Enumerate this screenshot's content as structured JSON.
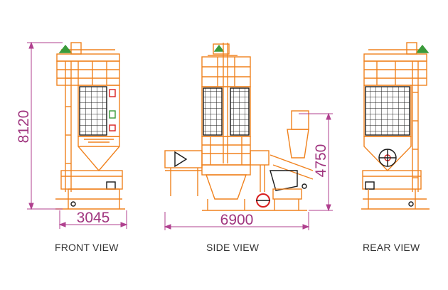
{
  "colors": {
    "structure": "#f0821e",
    "panel": "#1a1a1a",
    "dimension": "#b0408f",
    "accent_red": "#d81e1e",
    "accent_green": "#3a9a3a",
    "caption": "#333333"
  },
  "views": [
    {
      "key": "front",
      "caption": "FRONT VIEW",
      "dimension_label": "3045",
      "height_label": "8120"
    },
    {
      "key": "side",
      "caption": "SIDE VIEW",
      "dimension_label": "6900",
      "height_label": "4750"
    },
    {
      "key": "rear",
      "caption": "REAR VIEW"
    }
  ]
}
